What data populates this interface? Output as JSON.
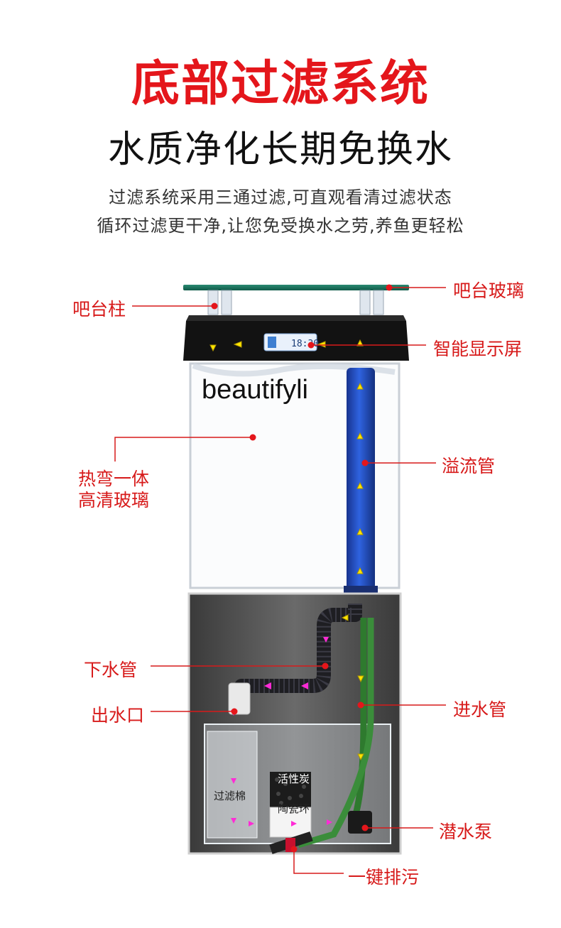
{
  "header": {
    "title": "底部过滤系统",
    "subtitle": "水质净化长期免换水",
    "desc_line1": "过滤系统采用三通过滤,可直观看清过滤状态",
    "desc_line2": "循环过滤更干净,让您免受换水之劳,养鱼更轻松"
  },
  "watermark": "beautifyli",
  "display": {
    "time": "18:30"
  },
  "labels": {
    "bar_column": "吧台柱",
    "bar_glass": "吧台玻璃",
    "smart_display": "智能显示屏",
    "overflow_pipe": "溢流管",
    "glass_line1": "热弯一体",
    "glass_line2": "高清玻璃",
    "drain_pipe": "下水管",
    "outlet": "出水口",
    "inlet_pipe": "进水管",
    "pump": "潜水泵",
    "one_key_drain": "一键排污",
    "filter_cotton": "过滤棉",
    "activated_carbon": "活性炭",
    "ceramic_ring": "陶瓷环"
  },
  "colors": {
    "accent": "#e4161b",
    "pipe_blue": "#1f4fc8",
    "pipe_green": "#2e7a2e",
    "arrow_yellow": "#ffe600",
    "arrow_magenta": "#ff2bd6"
  }
}
